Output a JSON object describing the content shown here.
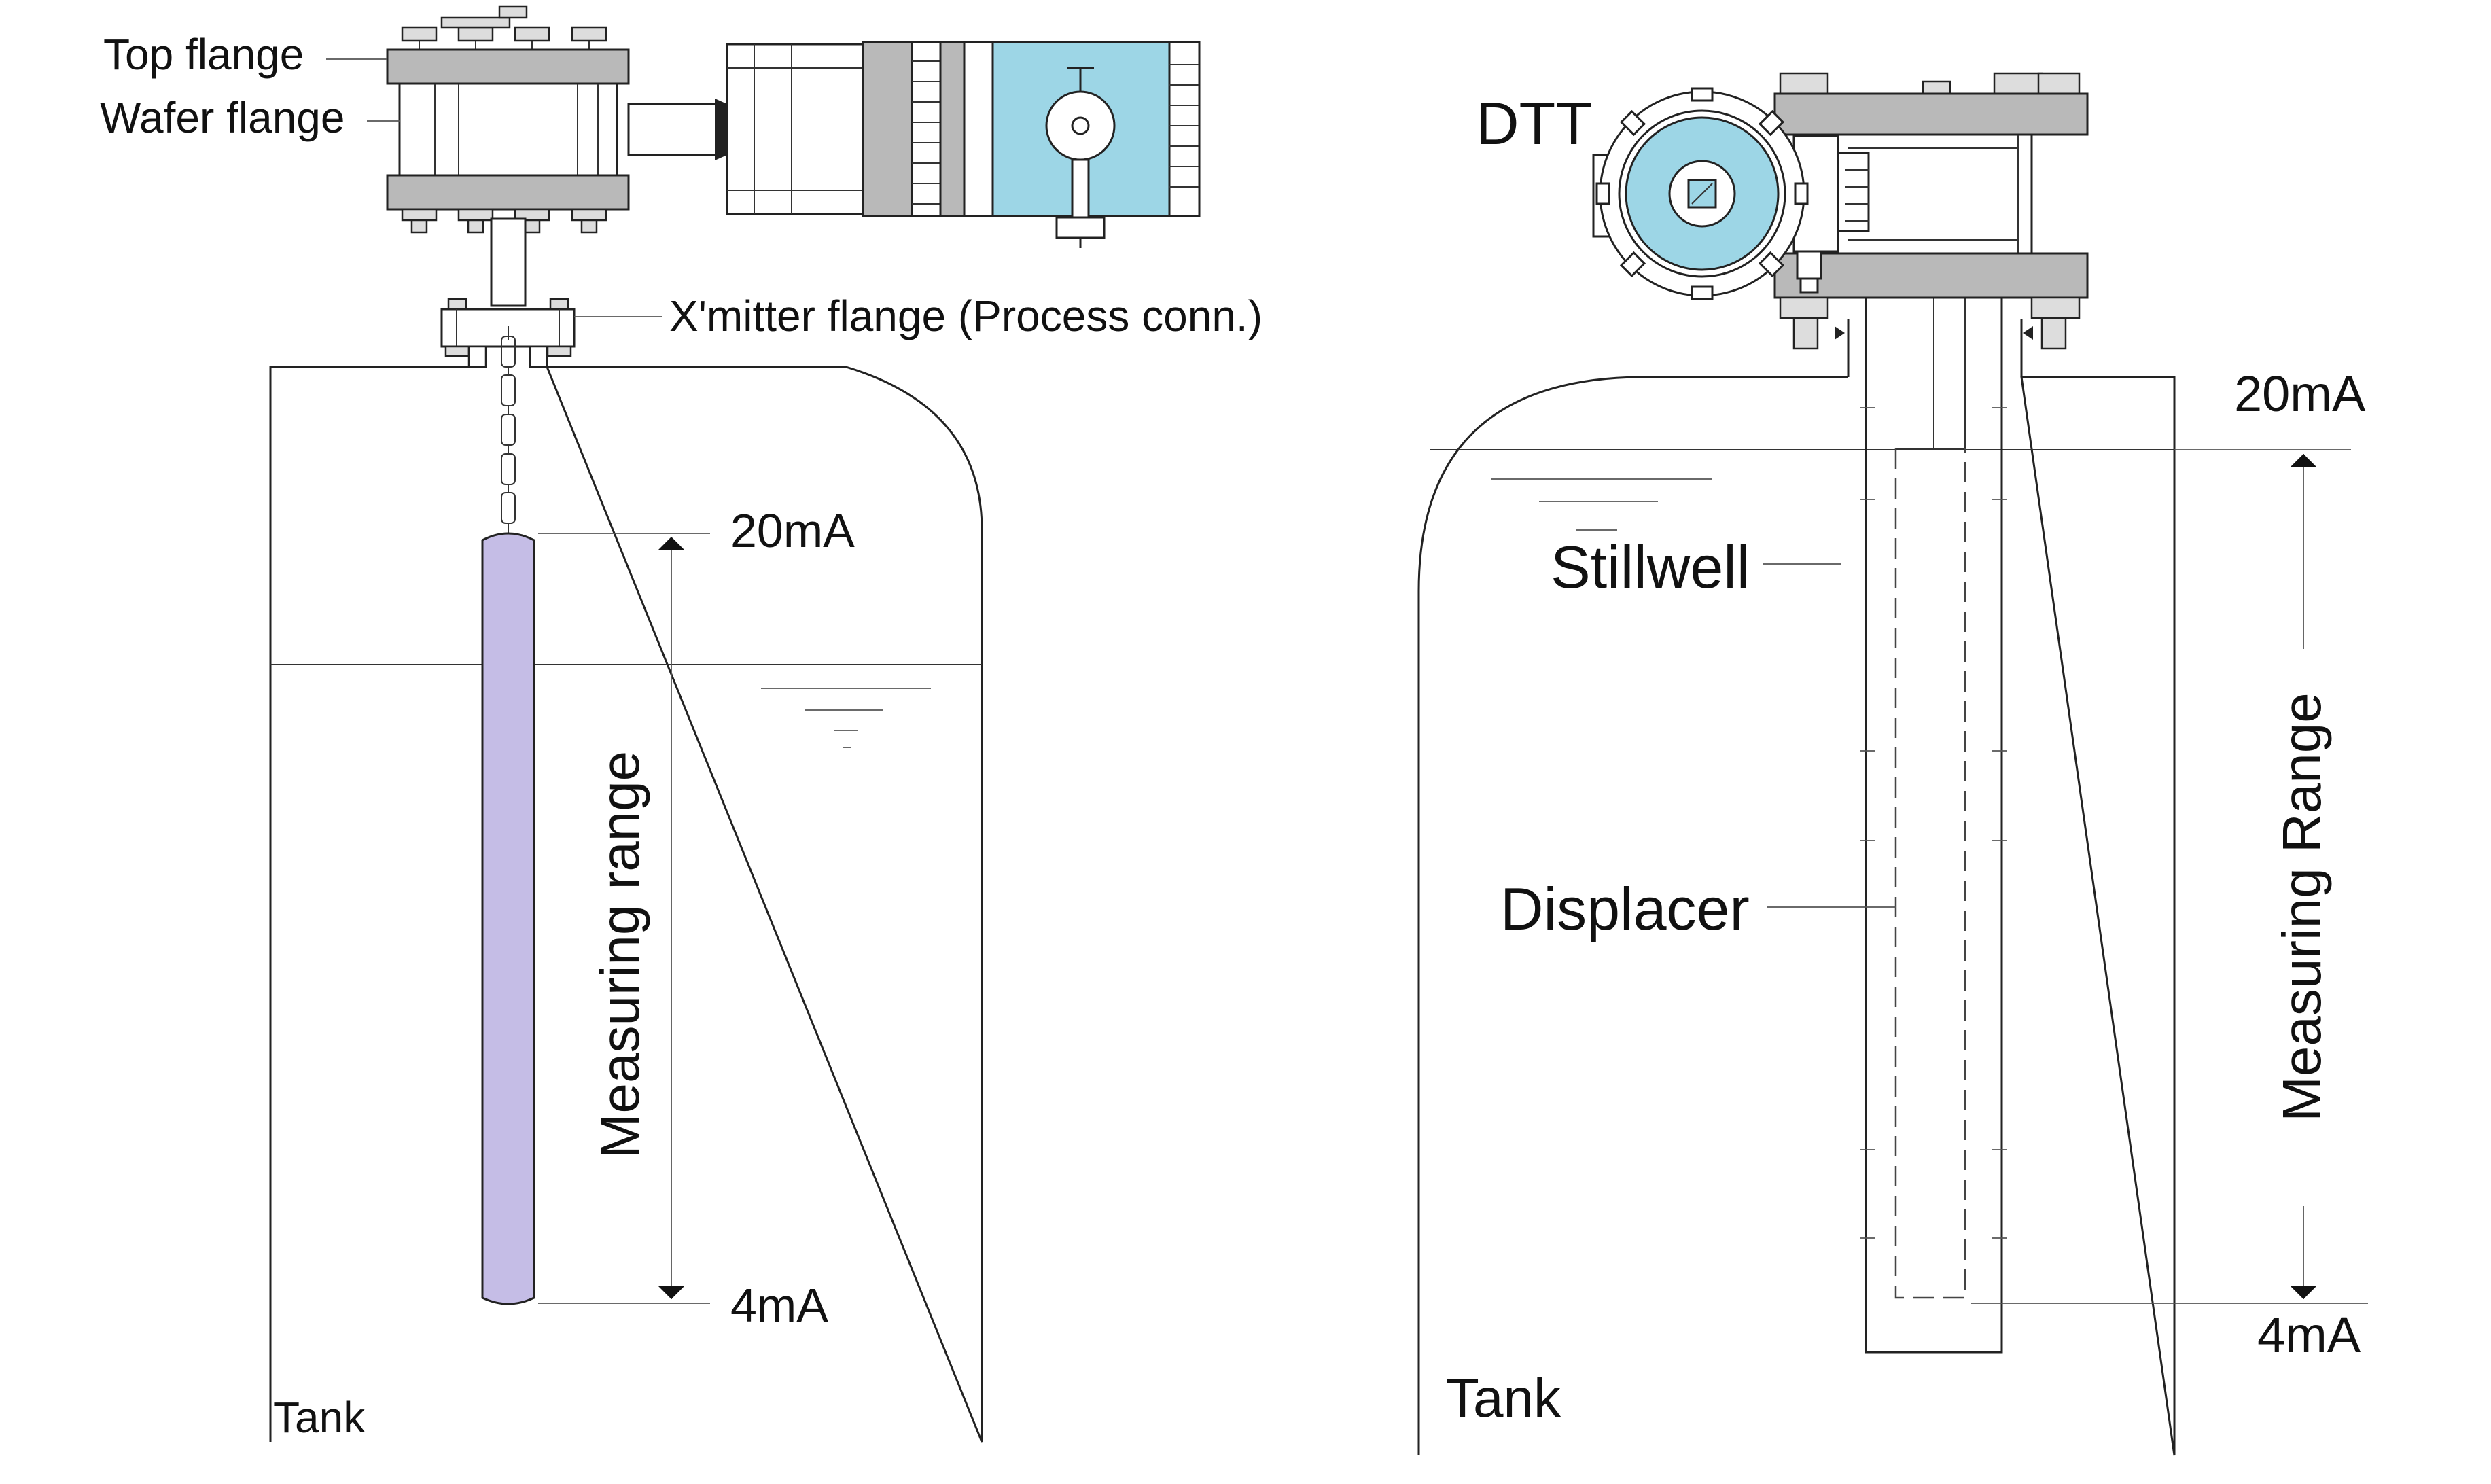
{
  "colors": {
    "displacer": "#c5bde6",
    "transmitter_accent": "#9dd6e6",
    "flange_gray": "#b9b9b9",
    "stroke": "#222222"
  },
  "left": {
    "labels": {
      "top_flange": "Top flange",
      "wafer_flange": "Wafer flange",
      "xmitter_flange": "X'mitter flange (Process conn.)",
      "top_signal": "20mA",
      "bottom_signal": "4mA",
      "measuring_range": "Measuring range",
      "tank": "Tank"
    }
  },
  "right": {
    "labels": {
      "transmitter": "DTT",
      "stillwell": "Stillwell",
      "displacer": "Displacer",
      "top_signal": "20mA",
      "bottom_signal": "4mA",
      "measuring_range": "Measuring Range",
      "tank": "Tank"
    }
  }
}
